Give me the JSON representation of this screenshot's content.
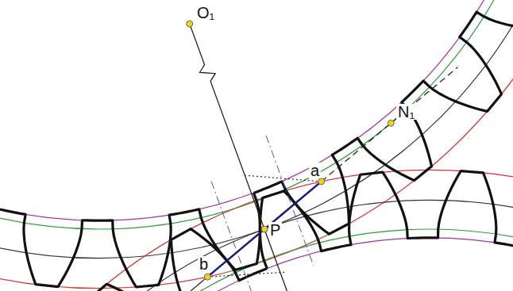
{
  "diagram": {
    "labels": [
      "O₁",
      "N₁",
      "P",
      "a",
      "b"
    ]
  }
}
